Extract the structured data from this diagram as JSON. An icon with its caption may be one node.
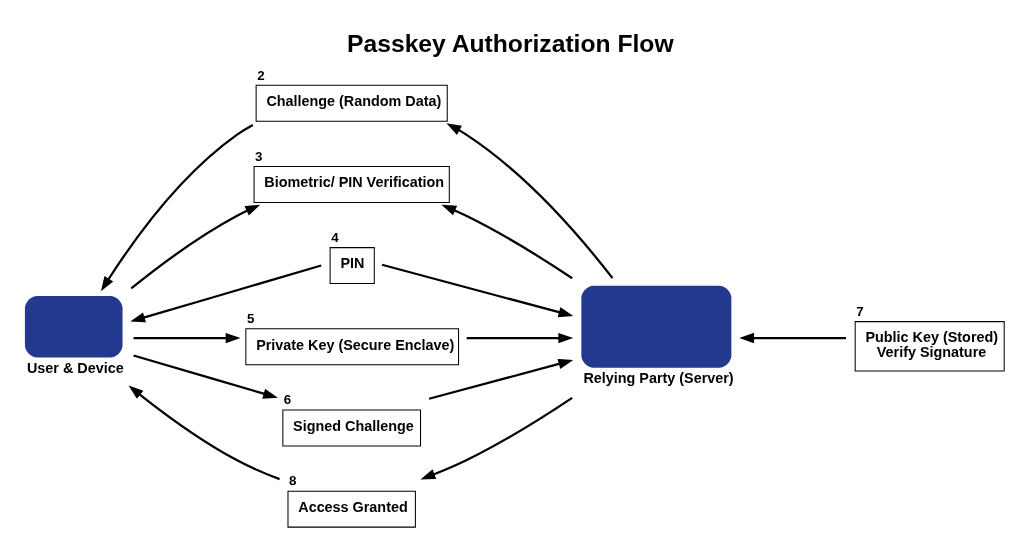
{
  "diagram": {
    "title": "Passkey Authorization Flow",
    "nodes": [
      {
        "text": [
          "User & Device"
        ]
      },
      {
        "text": [
          "Challenge (Random Data)"
        ],
        "beside": [
          "2"
        ]
      },
      {
        "text": [
          "Biometric/ PIN Verification"
        ],
        "beside": [
          "3"
        ]
      },
      {
        "text": [
          "PIN"
        ],
        "beside": [
          "4"
        ]
      },
      {
        "text": [
          "Private Key (Secure Enclave)"
        ],
        "beside": [
          "5"
        ]
      },
      {
        "text": [
          "Signed Challenge"
        ],
        "beside": [
          "6"
        ]
      },
      {
        "text": [
          "Access Granted"
        ],
        "beside": [
          "8"
        ]
      },
      {
        "text": [
          "Relying Party (Server)"
        ]
      },
      {
        "text": [
          "Public Key (Stored)",
          "Verify Signature"
        ],
        "beside": [
          "7"
        ]
      }
    ],
    "edges": [
      {
        "from": 7,
        "to": 1,
        "arrow": "to"
      },
      {
        "from": 1,
        "to": 0,
        "arrow": "to"
      },
      {
        "from": 0,
        "to": 2,
        "arrow": "to"
      },
      {
        "from": 7,
        "to": 2,
        "arrow": "to"
      },
      {
        "from": 3,
        "to": 0,
        "arrow": "to"
      },
      {
        "from": 3,
        "to": 7,
        "arrow": "to"
      },
      {
        "from": 0,
        "to": 4,
        "arrow": "to"
      },
      {
        "from": 4,
        "to": 7,
        "arrow": "to"
      },
      {
        "from": 0,
        "to": 5,
        "arrow": "to"
      },
      {
        "from": 5,
        "to": 7,
        "arrow": "to"
      },
      {
        "from": 8,
        "to": 7,
        "arrow": "to"
      },
      {
        "from": 7,
        "to": 6,
        "arrow": "to"
      },
      {
        "from": 6,
        "to": 0,
        "arrow": "to"
      }
    ]
  }
}
